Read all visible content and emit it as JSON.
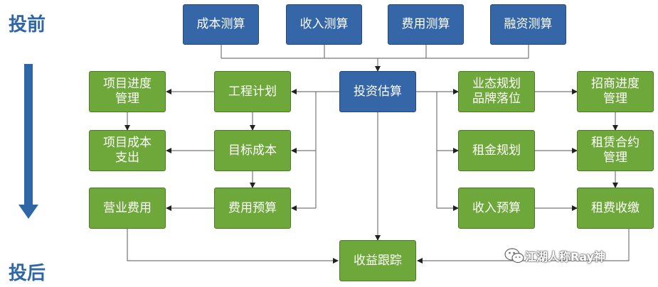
{
  "phases": {
    "before": "投前",
    "after": "投后"
  },
  "boxes": {
    "cost_calc": "成本测算",
    "income_calc": "收入测算",
    "expense_calc": "费用测算",
    "finance_calc": "融资测算",
    "invest_estimate": "投资估算",
    "project_progress": "项目进度\n管理",
    "project_cost": "项目成本\n支出",
    "operating_expense": "营业费用",
    "engineering_plan": "工程计划",
    "target_cost": "目标成本",
    "expense_budget": "费用预算",
    "business_planning": "业态规划\n品牌落位",
    "rent_planning": "租金规划",
    "income_budget": "收入预算",
    "leasing_progress": "招商进度\n管理",
    "lease_contract": "租赁合约\n管理",
    "rent_collection": "租费收缴",
    "revenue_tracking": "收益跟踪"
  },
  "watermark": "江湖人称Ray神",
  "colors": {
    "blue": "#3566a8",
    "green": "#6ea83a",
    "phase": "#2e66a6",
    "line": "#555555"
  }
}
